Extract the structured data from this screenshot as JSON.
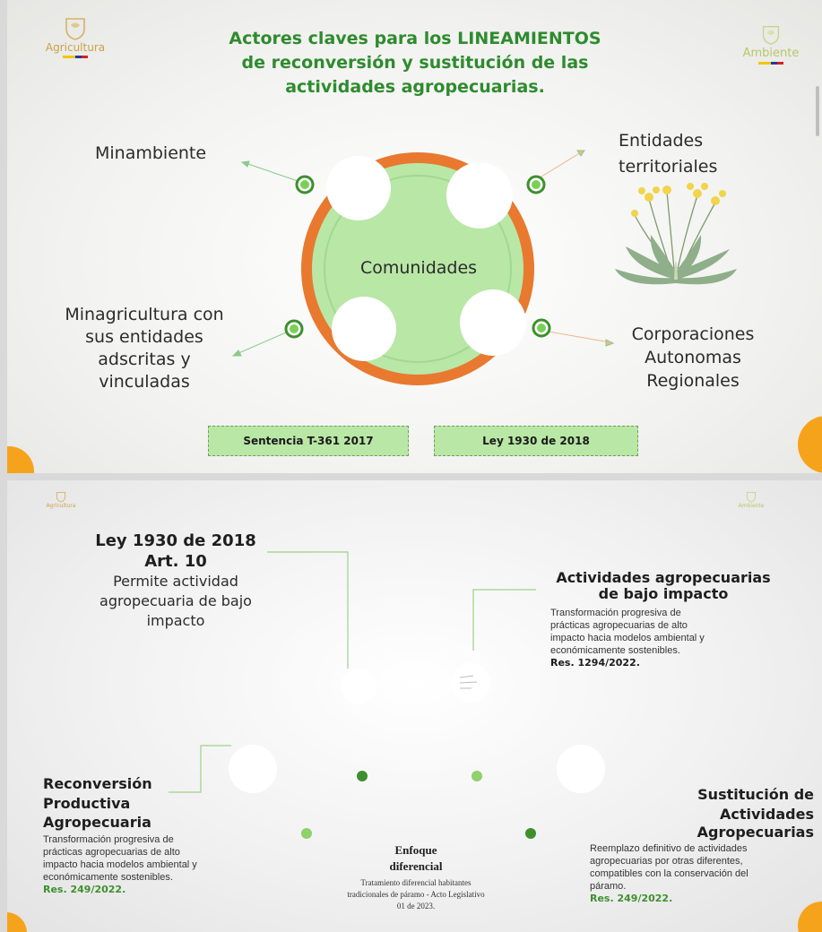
{
  "slide1": {
    "logo_left": "Agricultura",
    "logo_right": "Ambiente",
    "title_lines": [
      "Actores claves para los LINEAMIENTOS",
      "de reconversión y sustitución de las",
      "actividades agropecuarias."
    ],
    "center_label": "Comunidades",
    "actor_top_left": "Minambiente",
    "actor_top_right": [
      "Entidades",
      "territoriales"
    ],
    "actor_bottom_left": [
      "Minagricultura con",
      "sus entidades",
      "adscritas y",
      "vinculadas"
    ],
    "actor_bottom_right": [
      "Corporaciones",
      "Autonomas",
      "Regionales"
    ],
    "norm_left": "Sentencia T-361 2017",
    "norm_right": "Ley 1930 de 2018",
    "colors": {
      "title_green": "#2e8b2e",
      "ring_orange": "#e8792f",
      "inner_green": "#b9e7a6",
      "accent_yellow": "#f6a31c"
    }
  },
  "slide2": {
    "logo_left": "Agricultura",
    "logo_right": "Ambiente",
    "ley": {
      "line1": "Ley 1930 de 2018",
      "line2": "Art. 10",
      "body": [
        "Permite actividad",
        "agropecuaria de bajo",
        "impacto"
      ]
    },
    "act_bajo": {
      "title": [
        "Actividades agropecuarias",
        "de bajo impacto"
      ],
      "body": [
        "Transformación progresiva de",
        "prácticas agropecuarias de alto",
        "impacto hacia modelos ambiental y",
        "económicamente sostenibles."
      ],
      "res": "Res. 1294/2022."
    },
    "reconv": {
      "title": [
        "Reconversión",
        "Productiva",
        "Agropecuaria"
      ],
      "body": [
        "Transformación progresiva de",
        "prácticas agropecuarias de alto",
        "impacto hacia modelos ambiental y",
        "económicamente sostenibles."
      ],
      "res": "Res. 249/2022."
    },
    "sust": {
      "title": [
        "Sustitución de",
        "Actividades",
        "Agropecuarias"
      ],
      "body": [
        "Reemplazo definitivo de actividades",
        "agropecuarias por otras diferentes,",
        "compatibles con la conservación del",
        "páramo."
      ],
      "res": "Res. 249/2022."
    },
    "enfoque": {
      "title": [
        "Enfoque",
        "diferencial"
      ],
      "body": [
        "Tratamiento diferencial habitantes",
        "tradicionales de páramo - Acto Legislativo",
        "01 de 2023."
      ]
    }
  }
}
